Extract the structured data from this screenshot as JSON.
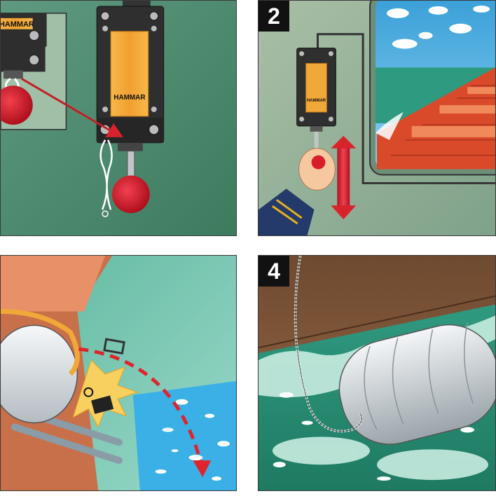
{
  "panels": [
    {
      "id": "panel-1",
      "number": ""
    },
    {
      "id": "panel-2",
      "number": "2"
    },
    {
      "id": "panel-3",
      "number": ""
    },
    {
      "id": "panel-4",
      "number": "4"
    }
  ],
  "brand": {
    "label": "HAMMAR"
  },
  "colors": {
    "panel_bg_green": "#4f8a70",
    "sea": "#2f8d74",
    "hull_red": "#c8402a",
    "deck": "#e87a4a",
    "handle_red": "#d81e2a",
    "label_orange": "#f0a838",
    "arrow_red": "#e0242c",
    "fender_white": "#e8ecee",
    "hull_brown": "#8a5a3a",
    "water_blue": "#3ab0e6"
  }
}
